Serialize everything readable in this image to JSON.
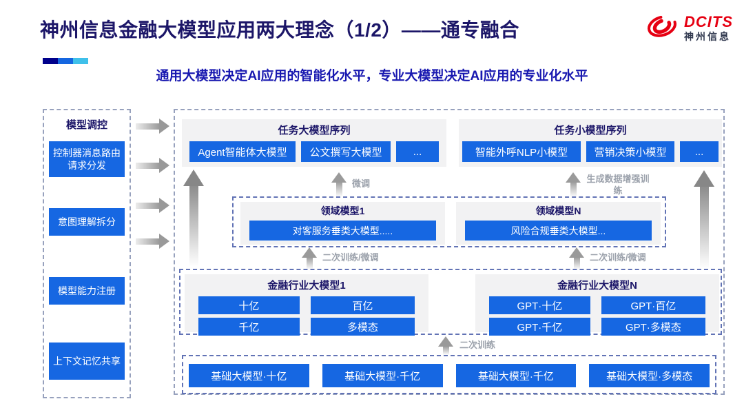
{
  "header": {
    "title": "神州信息金融大模型应用两大理念（1/2）——通专融合",
    "subtitle": "通用大模型决定AI应用的智能化水平，专业大模型决定AI应用的专业化水平",
    "logo": {
      "brand": "DCITS",
      "brand_cn": "神州信息"
    }
  },
  "sidebar": {
    "title": "模型调控",
    "items": [
      "控制器消息路由请求分发",
      "意图理解拆分",
      "模型能力注册",
      "上下文记忆共享"
    ]
  },
  "diagram": {
    "task_large": {
      "title": "任务大模型序列",
      "items": [
        "Agent智能体大模型",
        "公文撰写大模型",
        "..."
      ]
    },
    "task_small": {
      "title": "任务小模型序列",
      "items": [
        "智能外呼NLP小模型",
        "营销决策小模型",
        "..."
      ]
    },
    "domain_left": {
      "title": "领域模型1",
      "item": "对客服务垂类大模型....."
    },
    "domain_right": {
      "title": "领域模型N",
      "item": "风险合规垂类大模型..."
    },
    "industry_left": {
      "title": "金融行业大模型1",
      "items": [
        "十亿",
        "百亿",
        "千亿",
        "多模态"
      ]
    },
    "industry_right": {
      "title": "金融行业大模型N",
      "items": [
        "GPT·十亿",
        "GPT·百亿",
        "GPT·千亿",
        "GPT·多模态"
      ]
    },
    "foundation": {
      "items": [
        "基础大模型·十亿",
        "基础大模型·千亿",
        "基础大模型·千亿",
        "基础大模型·多模态"
      ]
    },
    "labels": {
      "finetune": "微调",
      "data_augment": "生成数据增强训练",
      "retrain_finetune": "二次训练/微调",
      "retrain": "二次训练"
    }
  },
  "colors": {
    "accent_blue": "#1667E2",
    "title_navy": "#1C1668",
    "subtitle_blue": "#1818B0",
    "logo_red": "#E60012",
    "panel_gray": "#F2F2F3",
    "bar_gradient": [
      "#00008B",
      "#1566E0",
      "#3FC0EA"
    ]
  }
}
